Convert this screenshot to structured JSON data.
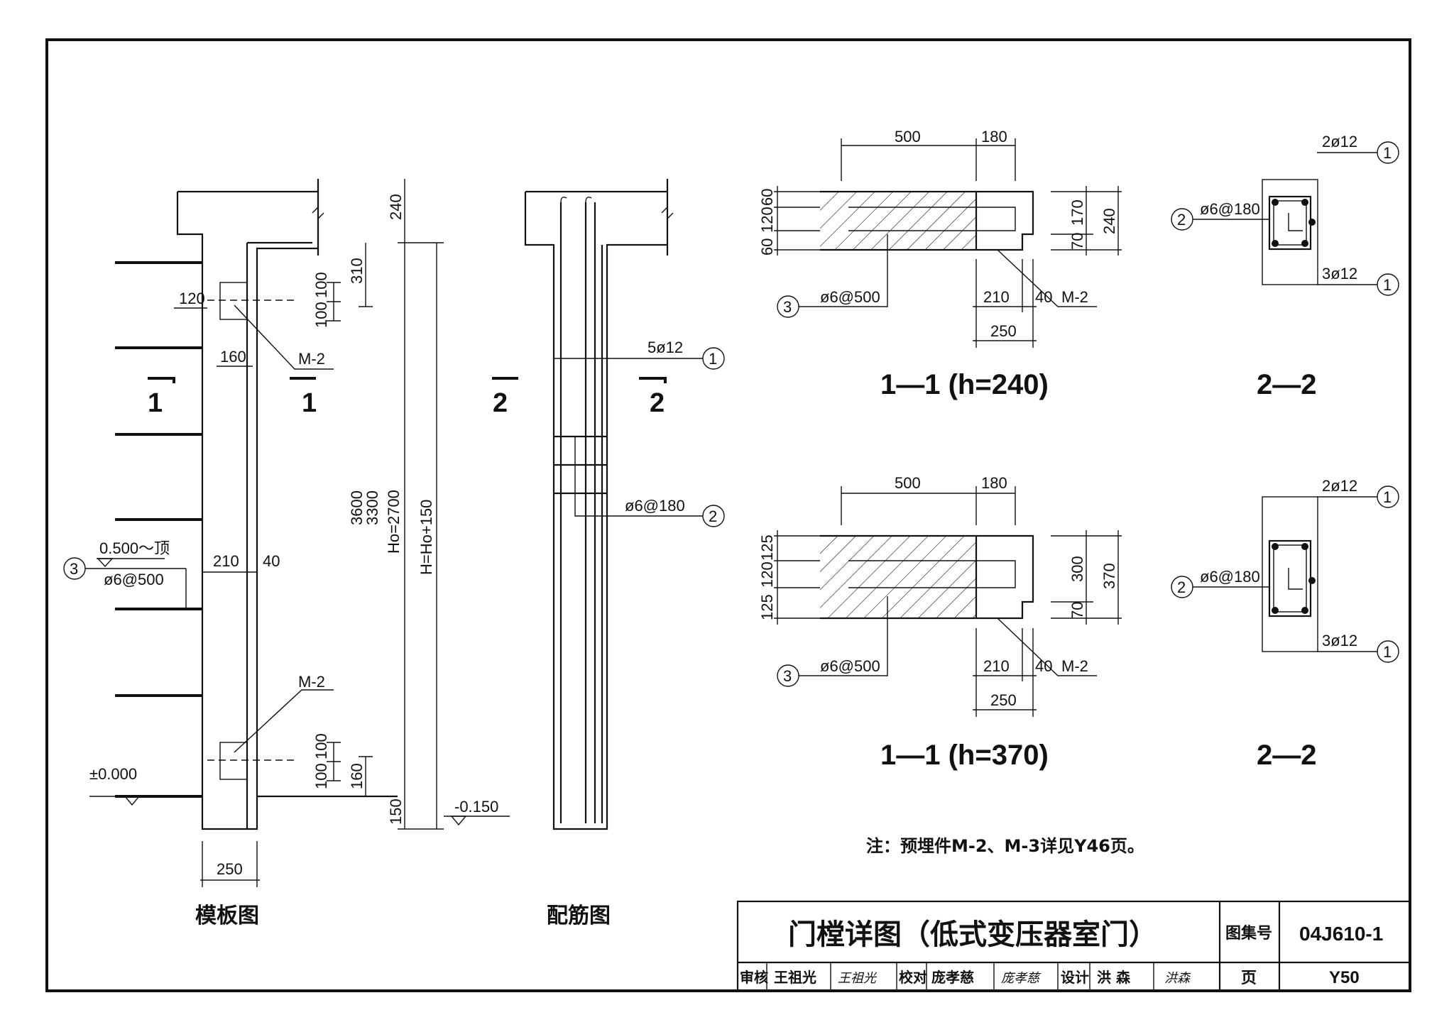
{
  "drawings": {
    "formwork": {
      "title": "模板图",
      "dims": {
        "d240": "240",
        "d310": "310",
        "d100a": "100",
        "d100b": "100",
        "d120": "120",
        "d160": "160",
        "d210": "210",
        "d40": "40",
        "d100c": "100",
        "d100d": "100",
        "d160b": "160",
        "d150": "150",
        "d250": "250",
        "h3600": "3600",
        "h3300": "3300",
        "ho": "Ho=2700",
        "hh": "H=Ho+150"
      },
      "labels": {
        "m2_top": "M-2",
        "m2_bottom": "M-2",
        "elev_top": "0.500～顶",
        "stirrup": "ø6@500",
        "elev_zero": "±0.000",
        "elev_minus": "-0.150",
        "cut_left": "1",
        "cut_right": "1",
        "mark3": "3"
      }
    },
    "rebar": {
      "title": "配筋图",
      "labels": {
        "bars": "5ø12",
        "stirrup": "ø6@180",
        "mark1": "1",
        "mark2": "2",
        "cut_left": "2",
        "cut_right": "2"
      }
    },
    "section_240": {
      "title": "1—1 (h=240)",
      "dims": {
        "d500": "500",
        "d180": "180",
        "d60a": "60",
        "d120": "120",
        "d60b": "60",
        "d170": "170",
        "d70": "70",
        "d240": "240",
        "d210": "210",
        "d40": "40",
        "d250": "250"
      },
      "labels": {
        "stirrup": "ø6@500",
        "m2": "M-2",
        "mark3": "3"
      }
    },
    "section_370": {
      "title": "1—1 (h=370)",
      "dims": {
        "d500": "500",
        "d180": "180",
        "d125a": "125",
        "d120": "120",
        "d125b": "125",
        "d300": "300",
        "d70": "70",
        "d370": "370",
        "d210": "210",
        "d40": "40",
        "d250": "250"
      },
      "labels": {
        "stirrup": "ø6@500",
        "m2": "M-2",
        "mark3": "3"
      }
    },
    "section_22_top": {
      "title": "2—2",
      "labels": {
        "top_bars": "2ø12",
        "stirrup": "ø6@180",
        "bottom_bars": "3ø12",
        "mark1a": "1",
        "mark2": "2",
        "mark1b": "1"
      }
    },
    "section_22_bottom": {
      "title": "2—2",
      "labels": {
        "top_bars": "2ø12",
        "stirrup": "ø6@180",
        "bottom_bars": "3ø12",
        "mark1a": "1",
        "mark2": "2",
        "mark1b": "1"
      }
    }
  },
  "note": "注：预埋件M-2、M-3详见Y46页。",
  "title_block": {
    "drawing_title": "门樘详图（低式变压器室门）",
    "atlas_no_label": "图集号",
    "atlas_no": "04J610-1",
    "page_label": "页",
    "page_no": "Y50",
    "review_label": "审核",
    "reviewer": "王祖光",
    "reviewer_sign": "王祖光",
    "check_label": "校对",
    "checker": "庞孝慈",
    "checker_sign": "庞孝慈",
    "design_label": "设计",
    "designer": "洪  森",
    "designer_sign": "洪森"
  }
}
